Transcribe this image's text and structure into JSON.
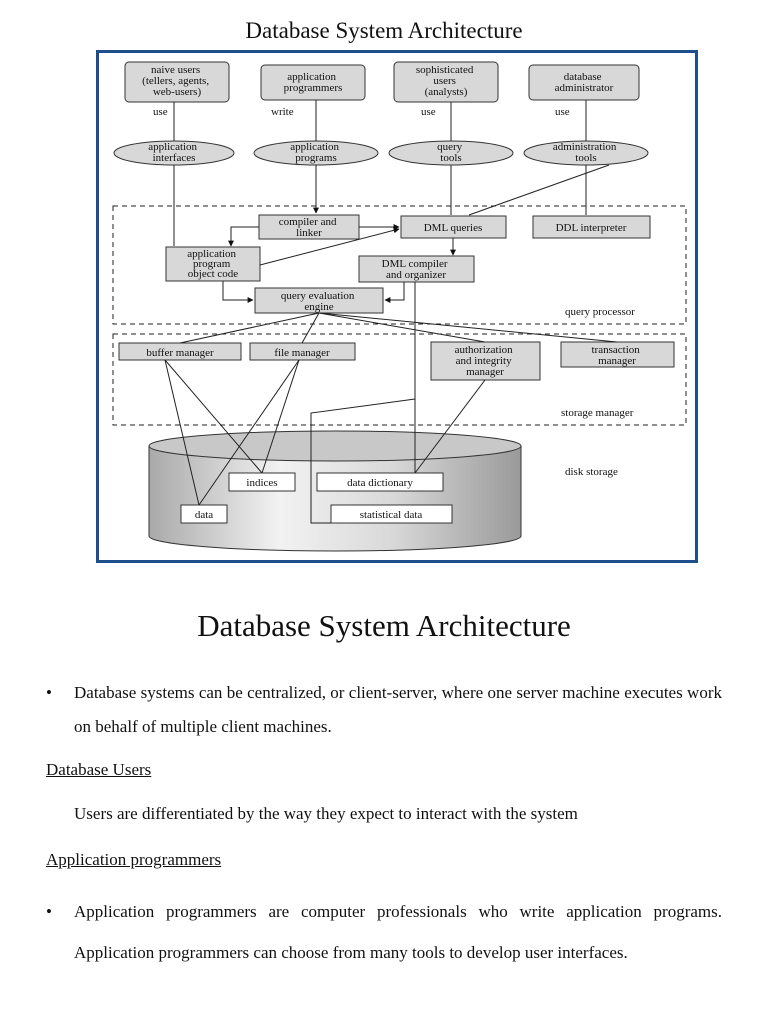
{
  "figure": {
    "title": "Database System Architecture",
    "users": [
      {
        "label": "naive users\n(tellers, agents,\nweb-users)",
        "action": "use"
      },
      {
        "label": "application\nprogrammers",
        "action": "write"
      },
      {
        "label": "sophisticated\nusers\n(analysts)",
        "action": "use"
      },
      {
        "label": "database\nadministrator",
        "action": "use"
      }
    ],
    "interfaces": [
      "application\ninterfaces",
      "application\nprograms",
      "query\ntools",
      "administration\ntools"
    ],
    "query_processor": {
      "label": "query processor",
      "compiler": "compiler and\nlinker",
      "dml_queries": "DML queries",
      "ddl": "DDL interpreter",
      "app_object": "application\nprogram\nobject code",
      "dml_compiler": "DML compiler\nand organizer",
      "engine": "query evaluation\nengine"
    },
    "storage_manager": {
      "label": "storage manager",
      "buffer": "buffer manager",
      "file": "file manager",
      "auth": "authorization\nand integrity\nmanager",
      "transaction": "transaction\nmanager"
    },
    "disk": {
      "label": "disk storage",
      "indices": "indices",
      "dictionary": "data dictionary",
      "data": "data",
      "stats": "statistical data"
    }
  },
  "document": {
    "title": "Database System Architecture",
    "bullet1": "Database systems can be centralized, or client-server, where one server machine executes work on behalf of multiple client machines.",
    "heading1": "Database Users",
    "para1": "Users are differentiated by the way they expect to interact with the system",
    "heading2": "Application programmers",
    "bullet2": "Application programmers are computer professionals who write application programs. Application programmers can choose from many tools to develop user interfaces.",
    "bullet_symbol": "•"
  }
}
